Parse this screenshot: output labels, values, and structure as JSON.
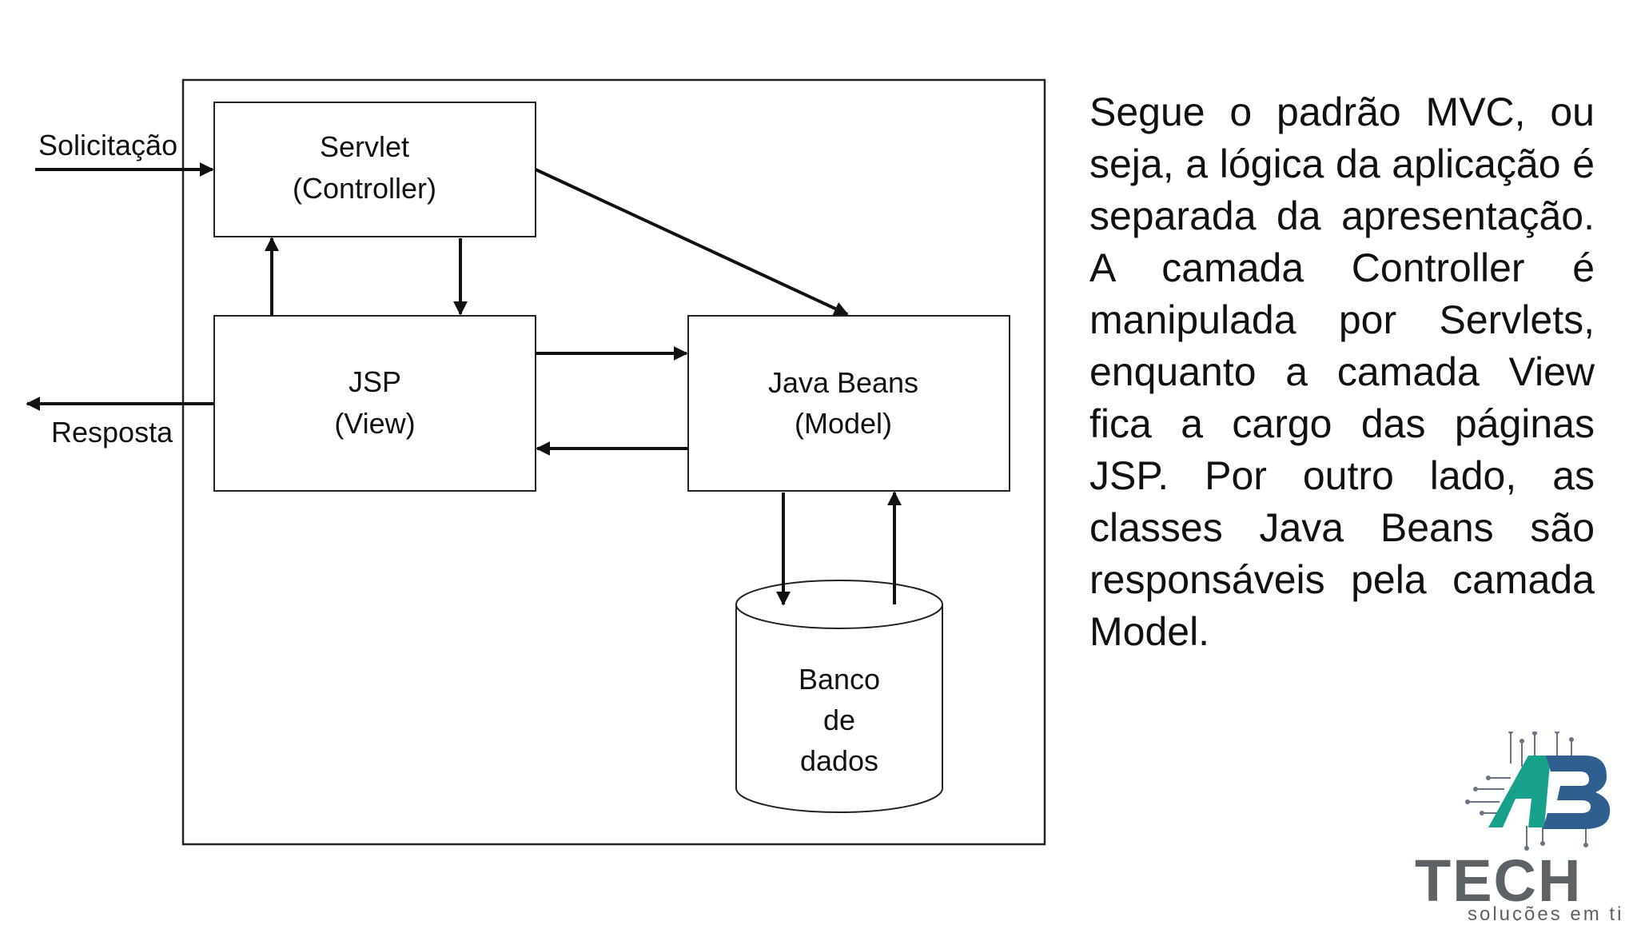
{
  "diagram": {
    "request_label": "Solicitação",
    "response_label": "Resposta",
    "servlet": {
      "line1": "Servlet",
      "line2": "(Controller)"
    },
    "jsp": {
      "line1": "JSP",
      "line2": "(View)"
    },
    "beans": {
      "line1": "Java Beans",
      "line2": "(Model)"
    },
    "database": {
      "line1": "Banco",
      "line2": "de",
      "line3": "dados"
    }
  },
  "explanation": "Segue o padrão MVC, ou seja, a lógica da aplicação é separada da apresentação. A camada Controller é manipulada por Servlets, enquanto a camada View fica a cargo das páginas JSP. Por outro lado, as classes Java Beans são responsáveis pela camada Model.",
  "logo": {
    "mark": "AB",
    "name": "TECH",
    "tagline": "soluções em ti",
    "colors": {
      "teal": "#17a08a",
      "blue": "#2f5f8f",
      "gray": "#5d6266",
      "circuit": "#6a7480"
    }
  },
  "colors": {
    "line": "#111111",
    "text": "#111111"
  }
}
